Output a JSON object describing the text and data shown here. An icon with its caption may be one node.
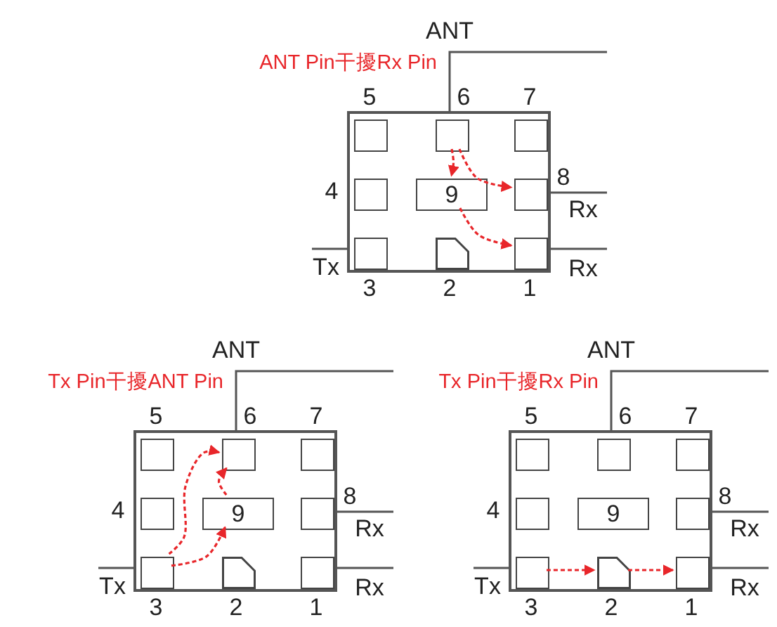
{
  "diagram": {
    "nodes": [
      {
        "text": [],
        "shape": "box"
      },
      {
        "text": [],
        "shape": "box",
        "in": 0,
        "beside": [
          "5"
        ]
      },
      {
        "text": [],
        "shape": "box",
        "in": 0,
        "beside": [
          "6",
          "ANT"
        ]
      },
      {
        "text": [],
        "shape": "box",
        "in": 0,
        "beside": [
          "7"
        ]
      },
      {
        "text": [],
        "shape": "box",
        "in": 0,
        "beside": [
          "4"
        ]
      },
      {
        "text": [
          "9"
        ],
        "in": 0
      },
      {
        "text": [],
        "shape": "box",
        "in": 0,
        "beside": [
          "8",
          "Rx"
        ]
      },
      {
        "text": [],
        "shape": "box",
        "in": 0,
        "beside": [
          "3",
          "Tx"
        ]
      },
      {
        "text": [],
        "shape": "chamfered-box",
        "in": 0,
        "beside": [
          "2"
        ]
      },
      {
        "text": [],
        "shape": "box",
        "in": 0,
        "beside": [
          "1",
          "Rx"
        ]
      },
      {
        "text": [],
        "shape": "box"
      },
      {
        "text": [],
        "shape": "box",
        "in": 10,
        "beside": [
          "5"
        ]
      },
      {
        "text": [],
        "shape": "box",
        "in": 10,
        "beside": [
          "6",
          "ANT"
        ]
      },
      {
        "text": [],
        "shape": "box",
        "in": 10,
        "beside": [
          "7"
        ]
      },
      {
        "text": [],
        "shape": "box",
        "in": 10,
        "beside": [
          "4"
        ]
      },
      {
        "text": [
          "9"
        ],
        "in": 10
      },
      {
        "text": [],
        "shape": "box",
        "in": 10,
        "beside": [
          "8",
          "Rx"
        ]
      },
      {
        "text": [],
        "shape": "box",
        "in": 10,
        "beside": [
          "3",
          "Tx"
        ]
      },
      {
        "text": [],
        "shape": "chamfered-box",
        "in": 10,
        "beside": [
          "2"
        ]
      },
      {
        "text": [],
        "shape": "box",
        "in": 10,
        "beside": [
          "1",
          "Rx"
        ]
      },
      {
        "text": [],
        "shape": "box"
      },
      {
        "text": [],
        "shape": "box",
        "in": 20,
        "beside": [
          "5"
        ]
      },
      {
        "text": [],
        "shape": "box",
        "in": 20,
        "beside": [
          "6",
          "ANT"
        ]
      },
      {
        "text": [],
        "shape": "box",
        "in": 20,
        "beside": [
          "7"
        ]
      },
      {
        "text": [],
        "shape": "box",
        "in": 20,
        "beside": [
          "4"
        ]
      },
      {
        "text": [
          "9"
        ],
        "in": 20
      },
      {
        "text": [],
        "shape": "box",
        "in": 20,
        "beside": [
          "8",
          "Rx"
        ]
      },
      {
        "text": [],
        "shape": "box",
        "in": 20,
        "beside": [
          "3",
          "Tx"
        ]
      },
      {
        "text": [],
        "shape": "chamfered-box",
        "in": 20,
        "beside": [
          "2"
        ]
      },
      {
        "text": [],
        "shape": "box",
        "in": 20,
        "beside": [
          "1",
          "Rx"
        ]
      }
    ],
    "edges": [
      {
        "from": 2,
        "to": 5,
        "arrow": "to",
        "style": "dashed"
      },
      {
        "from": 2,
        "to": 6,
        "arrow": "to",
        "style": "dashed"
      },
      {
        "from": 5,
        "to": 9,
        "arrow": "to",
        "style": "dashed"
      },
      {
        "from": 17,
        "to": 12,
        "arrow": "to",
        "style": "dashed"
      },
      {
        "from": 17,
        "to": 15,
        "arrow": "to",
        "style": "dashed"
      },
      {
        "from": 15,
        "to": 12,
        "arrow": "to",
        "style": "dashed"
      },
      {
        "from": 27,
        "to": 28,
        "arrow": "to",
        "style": "dashed"
      },
      {
        "from": 28,
        "to": 29,
        "arrow": "to",
        "style": "dashed"
      }
    ],
    "labels": [
      "ANT Pin干擾Rx Pin",
      "Tx Pin干擾ANT Pin",
      "Tx Pin干擾Rx Pin"
    ]
  }
}
